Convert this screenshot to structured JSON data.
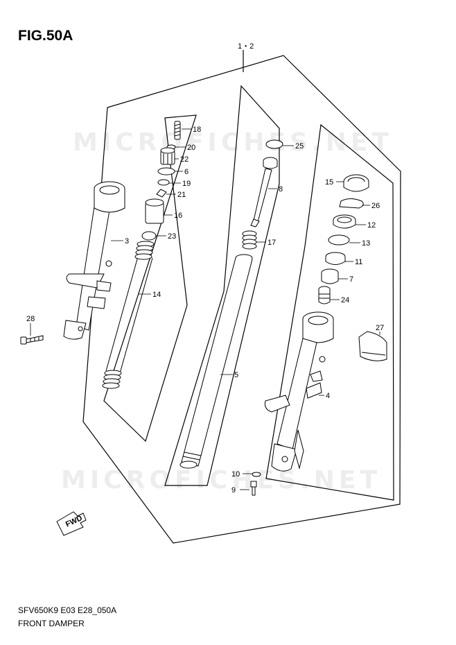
{
  "figure": {
    "title": "FIG.50A",
    "assembly_label": "1・2",
    "drawing_code": "SFV650K9 E03 E28_050A",
    "caption": "FRONT DAMPER",
    "direction_badge": "FWD"
  },
  "watermarks": [
    "MICROFICHES.NET",
    "MICROFICHES.NET"
  ],
  "parts": [
    {
      "num": "18"
    },
    {
      "num": "20"
    },
    {
      "num": "22"
    },
    {
      "num": "6"
    },
    {
      "num": "19"
    },
    {
      "num": "21"
    },
    {
      "num": "16"
    },
    {
      "num": "23"
    },
    {
      "num": "3"
    },
    {
      "num": "14"
    },
    {
      "num": "28"
    },
    {
      "num": "25"
    },
    {
      "num": "8"
    },
    {
      "num": "17"
    },
    {
      "num": "5"
    },
    {
      "num": "15"
    },
    {
      "num": "26"
    },
    {
      "num": "12"
    },
    {
      "num": "13"
    },
    {
      "num": "11"
    },
    {
      "num": "7"
    },
    {
      "num": "24"
    },
    {
      "num": "4"
    },
    {
      "num": "27"
    },
    {
      "num": "10"
    },
    {
      "num": "9"
    }
  ]
}
